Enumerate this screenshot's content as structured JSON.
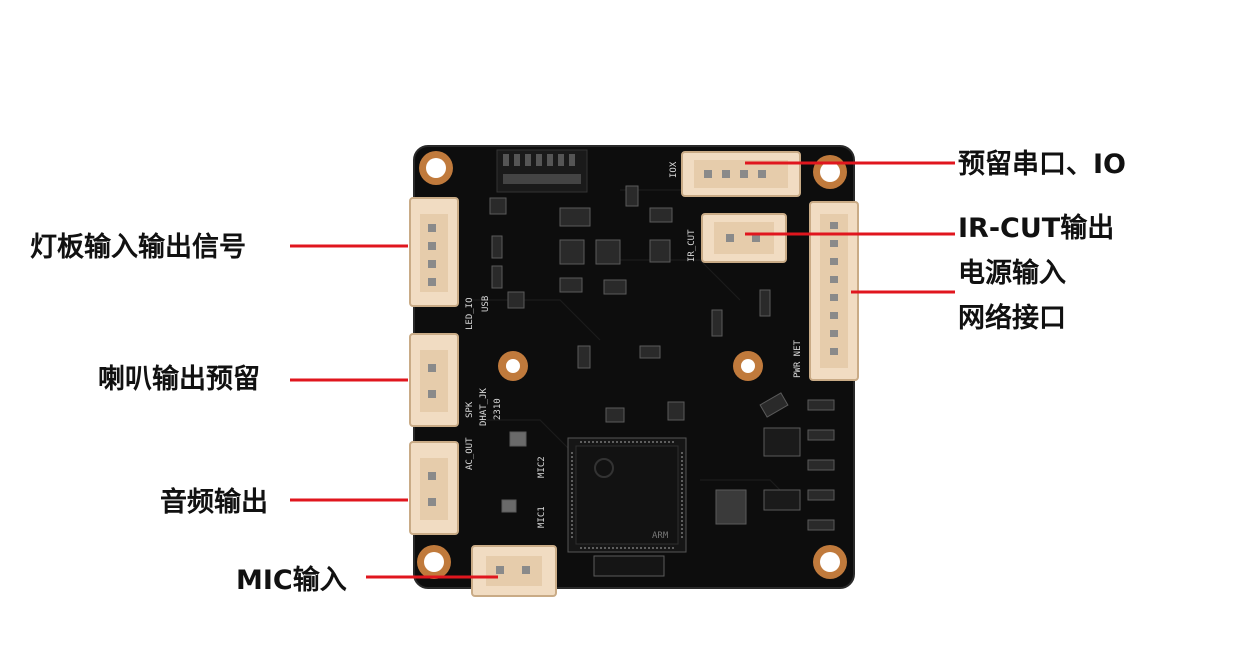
{
  "left_labels": [
    {
      "text": "灯板输入输出信号"
    },
    {
      "text": "喇叭输出预留"
    },
    {
      "text": "音频输出"
    },
    {
      "text": "MIC输入"
    }
  ],
  "right_labels": [
    {
      "text": "预留串口、IO"
    },
    {
      "text": "IR-CUT输出"
    },
    {
      "text": "电源输入"
    },
    {
      "text": "网络接口"
    }
  ],
  "board_silkscreen": {
    "led_io": "LED_IO",
    "usb": "USB",
    "spk": "SPK",
    "ac_out": "AC_OUT",
    "dhat": "DHAT_JK",
    "rev": "2310",
    "mic1": "MIC1",
    "mic2": "MIC2",
    "iox": "IOX",
    "ir_cut": "IR_CUT",
    "pwr_net": "PWR NET",
    "arm": "ARM"
  },
  "colors": {
    "pcb": "#0d0d0d",
    "pcb_edge": "#2a2a2a",
    "connector": "#f1dcc2",
    "connector_dark": "#c9ab86",
    "pad_copper": "#c07a3c",
    "line": "#e0161e"
  }
}
